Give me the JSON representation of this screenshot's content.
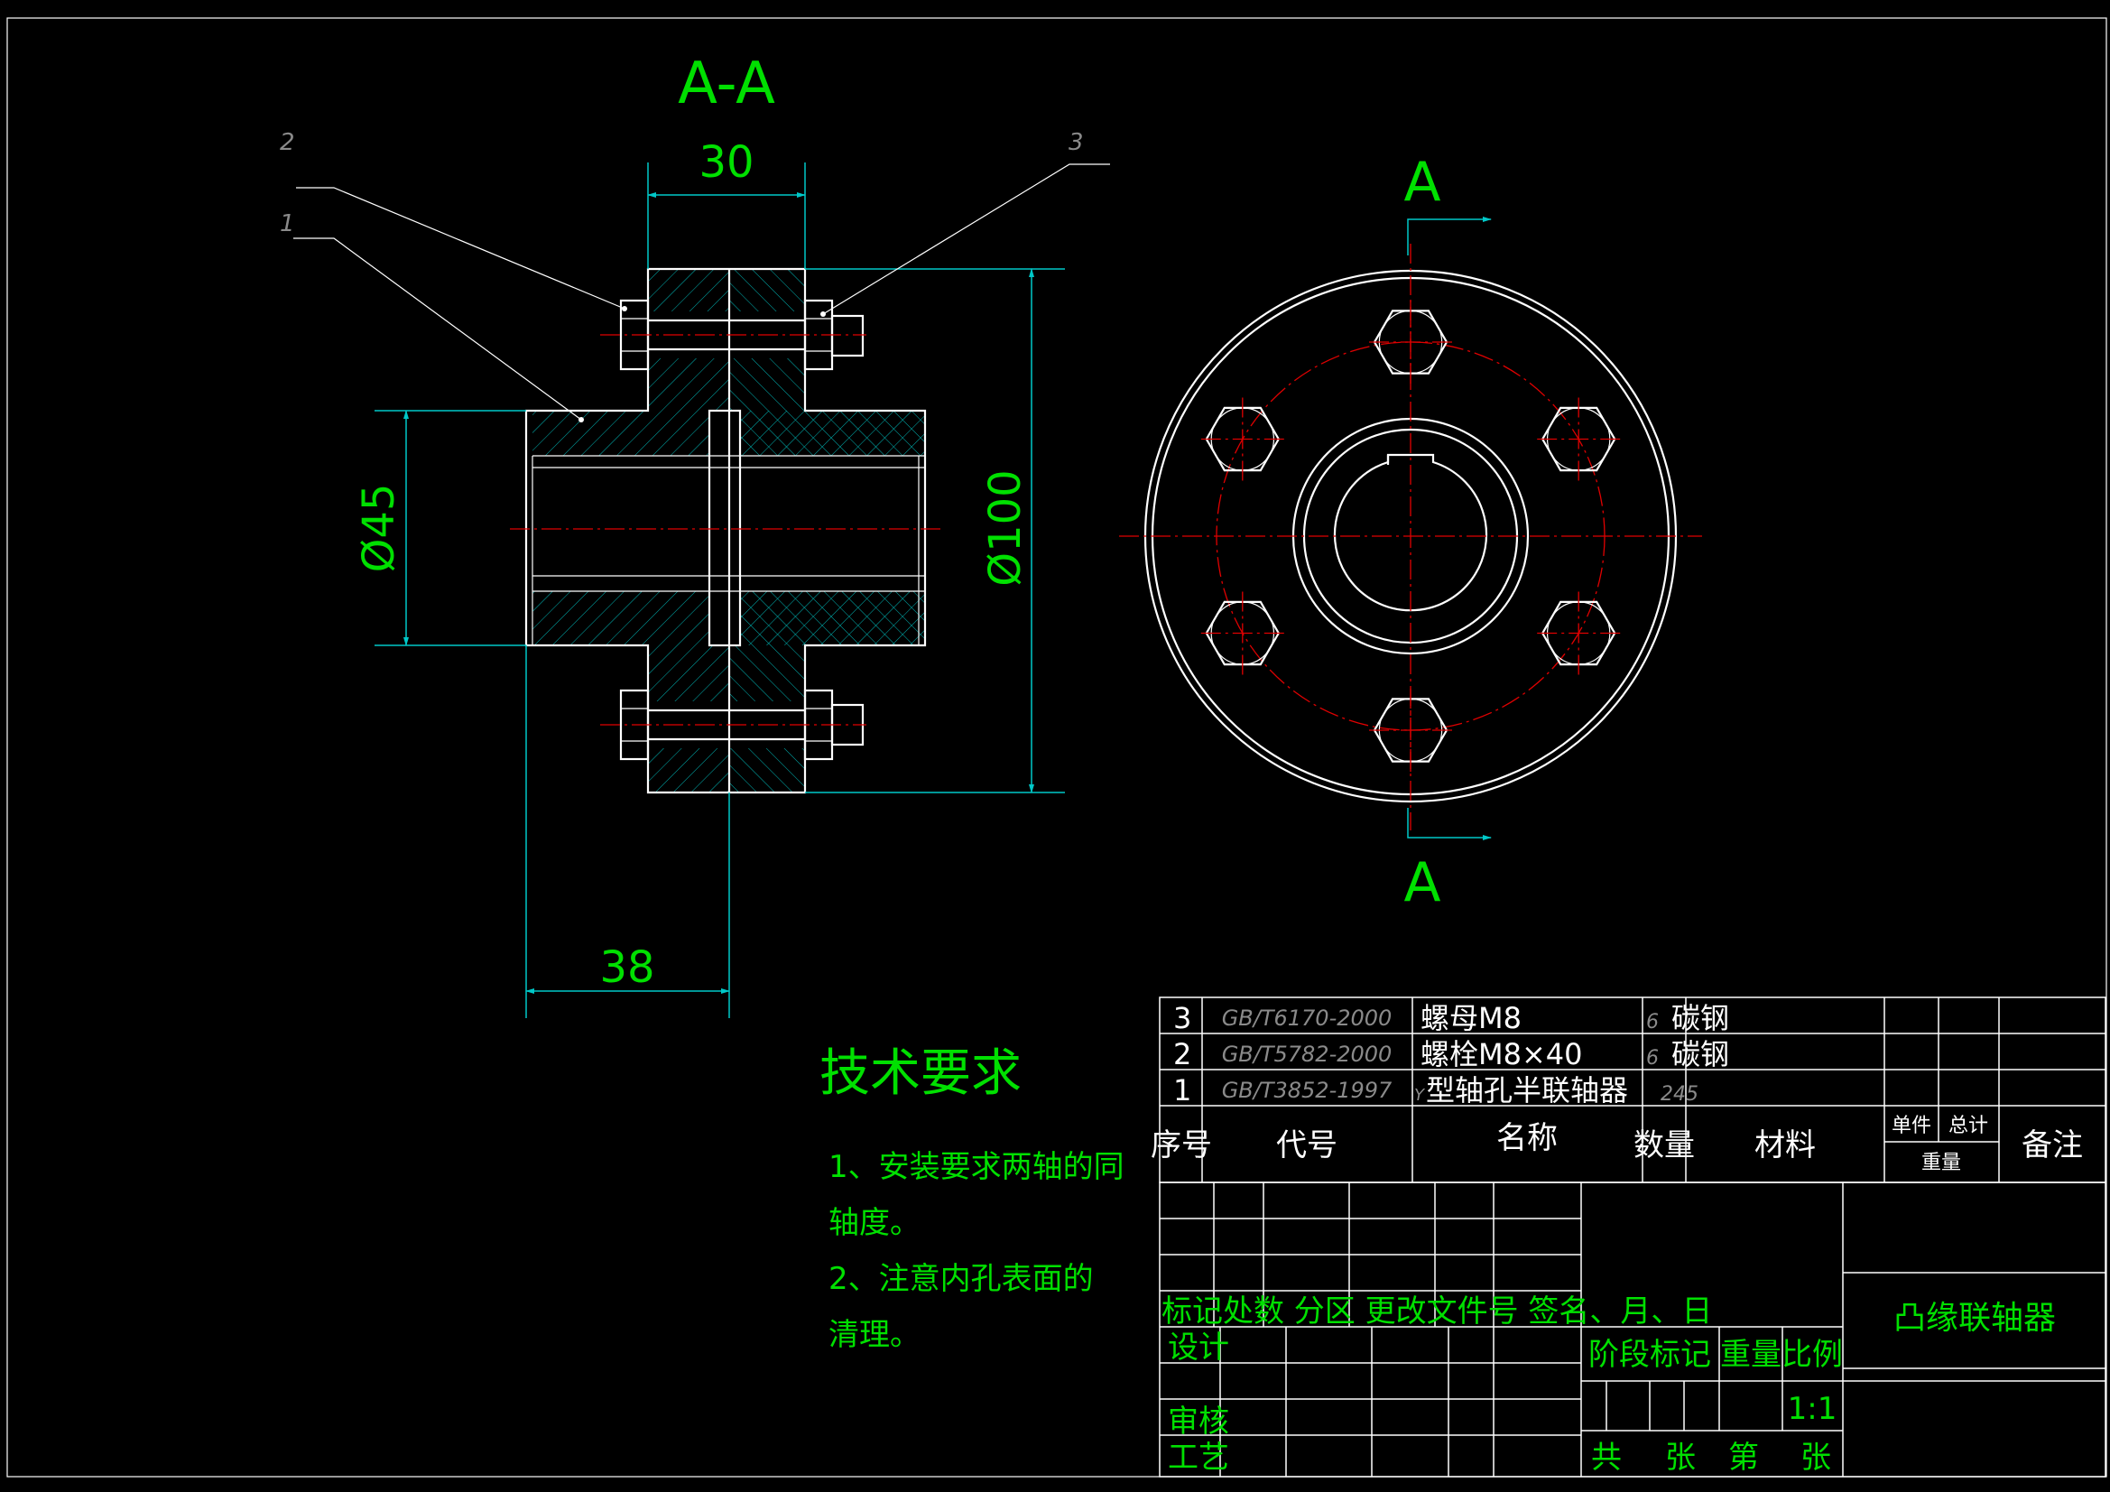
{
  "section_view": {
    "title": "A-A",
    "dim_width_top": "30",
    "dim_width_bottom": "38",
    "dim_bore": "Ø45",
    "dim_outer": "Ø100",
    "balloons": [
      "1",
      "2",
      "3"
    ]
  },
  "front_view": {
    "cut_label_top": "A",
    "cut_label_bottom": "A"
  },
  "tech_requirements": {
    "heading": "技术要求",
    "items": [
      "1、安装要求两轴的同",
      "轴度。",
      "2、注意内孔表面的",
      "清理。"
    ]
  },
  "bom": {
    "rows": [
      {
        "no": "3",
        "code": "GB/T6170-2000",
        "name": "螺母M8",
        "qty": "6",
        "material": "碳钢"
      },
      {
        "no": "2",
        "code": "GB/T5782-2000",
        "name": "螺栓M8×40",
        "qty": "6",
        "material": "碳钢"
      },
      {
        "no": "1",
        "code": "GB/T3852-1997",
        "name_prefix": "Y",
        "name": "型轴孔半联轴器",
        "qty": "2",
        "material": "45"
      }
    ],
    "headers": {
      "no": "序号",
      "code": "代号",
      "name": "名称",
      "qty": "数量",
      "material": "材料",
      "unit": "单件",
      "total": "总计",
      "weight": "重量",
      "remark": "备注"
    }
  },
  "title_block": {
    "revision_header": "标记处数  分区 更改文件号 签名、月、日",
    "design": "设计",
    "check": "审核",
    "process": "工艺",
    "stage_mark": "阶段标记",
    "weight": "重量",
    "scale_label": "比例",
    "scale_value": "1:1",
    "sheet_text": [
      "共",
      "张",
      "第",
      "张"
    ],
    "part_name": "凸缘联轴器"
  }
}
